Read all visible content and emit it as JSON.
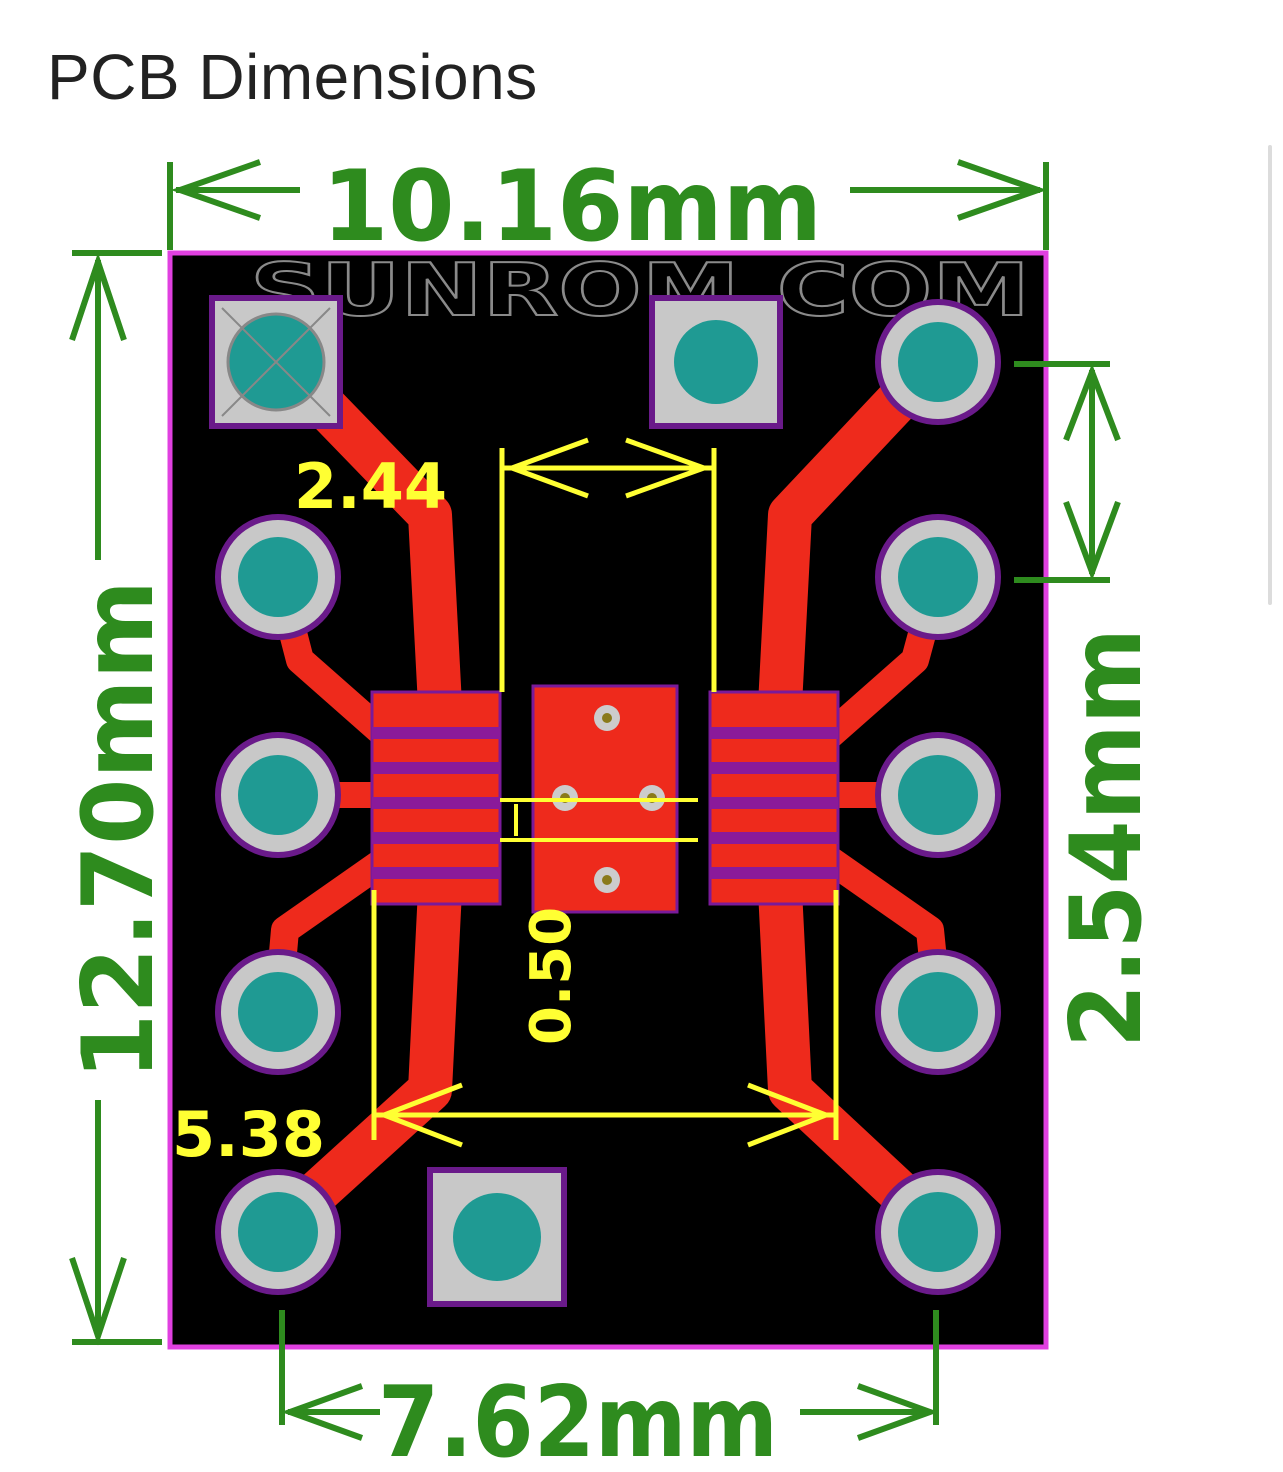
{
  "page": {
    "title": "PCB Dimensions"
  },
  "watermark": "SUNROM.COM",
  "dimensions": {
    "board_width": "10.16mm",
    "board_height": "12.70mm",
    "pin_pitch_vertical": "2.54mm",
    "pin_row_spacing": "7.62mm",
    "inner_width": "2.44",
    "outer_width": "5.38",
    "pad_pitch": "0.50"
  },
  "colors": {
    "board": "#000000",
    "outline": "#e040e0",
    "trace": "#ee2a1c",
    "pad_ring": "#c8c8c8",
    "pad_center": "#1f9a93",
    "pad_border": "#6a1a8a",
    "dimension_green": "#2e8b1e",
    "dimension_yellow": "#ffff33"
  }
}
